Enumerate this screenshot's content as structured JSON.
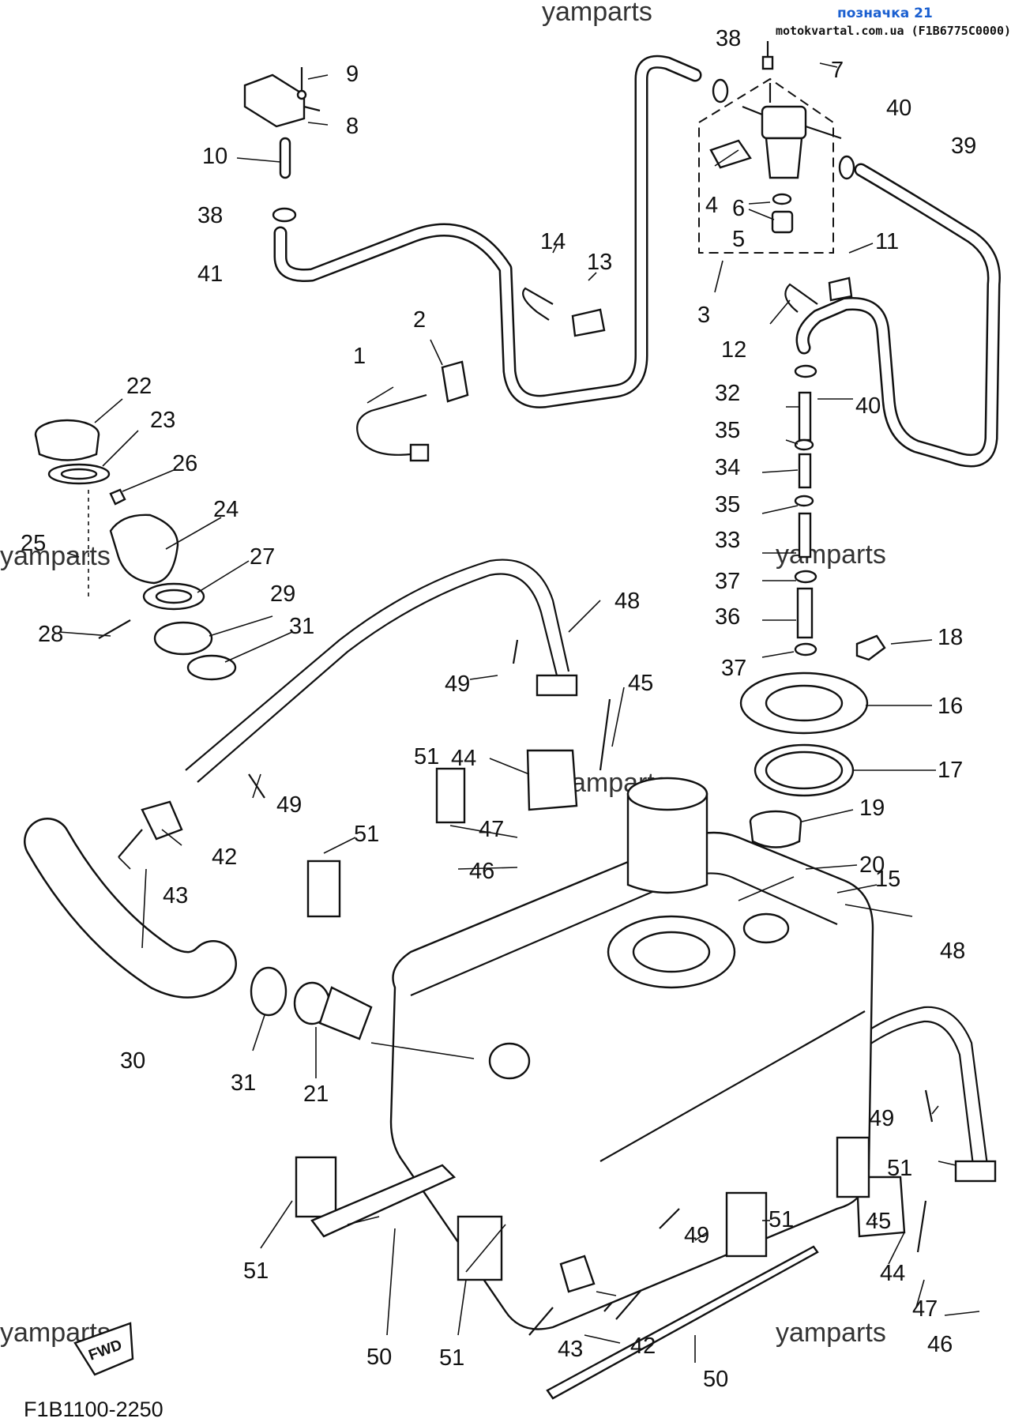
{
  "header": {
    "label": "позначка 21",
    "source": "motokvartal.com.ua (F1B6775C0000)"
  },
  "watermark": "yamparts",
  "diagram_code": "F1B1100-2250",
  "fwd_label": "FWD",
  "callouts": [
    "1",
    "2",
    "3",
    "4",
    "5",
    "6",
    "7",
    "8",
    "9",
    "10",
    "11",
    "12",
    "13",
    "14",
    "15",
    "16",
    "17",
    "18",
    "19",
    "20",
    "21",
    "22",
    "23",
    "24",
    "25",
    "26",
    "27",
    "28",
    "29",
    "30",
    "31",
    "32",
    "33",
    "34",
    "35",
    "36",
    "37",
    "38",
    "39",
    "40",
    "41",
    "42",
    "43",
    "44",
    "45",
    "46",
    "47",
    "48",
    "49",
    "50",
    "51"
  ]
}
